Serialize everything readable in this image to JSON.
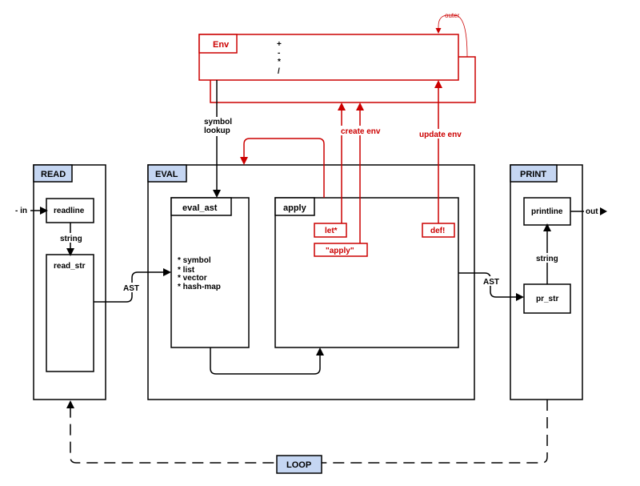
{
  "colors": {
    "stroke": "#000000",
    "env_red": "#cc0000",
    "tab_fill": "#c5d6f2",
    "background": "#ffffff"
  },
  "env": {
    "title": "Env",
    "ops": [
      "+",
      "-",
      "*",
      "/"
    ],
    "outer_label": "outer"
  },
  "read": {
    "title": "READ",
    "input_label": "- in",
    "readline": "readline",
    "string_label": "string",
    "read_str": "read_str"
  },
  "eval": {
    "title": "EVAL",
    "eval_ast": "eval_ast",
    "eval_ast_items": [
      "* symbol",
      "* list",
      "* vector",
      "* hash-map"
    ],
    "apply": "apply",
    "let_label": "let*",
    "apply_quote_label": "\"apply\"",
    "def_label": "def!"
  },
  "print": {
    "title": "PRINT",
    "printline": "printline",
    "out_label": "out",
    "string_label": "string",
    "pr_str": "pr_str"
  },
  "edges": {
    "symbol_lookup_line1": "symbol",
    "symbol_lookup_line2": "lookup",
    "create_env": "create env",
    "update_env": "update env",
    "ast_left": "AST",
    "ast_right": "AST"
  },
  "loop": {
    "label": "LOOP"
  }
}
